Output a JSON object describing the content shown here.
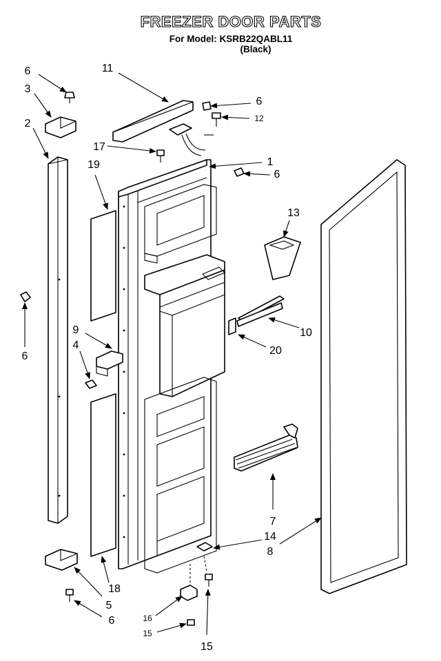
{
  "title": "FREEZER DOOR PARTS",
  "model_line": "For Model: KSRB22QABL11",
  "color_line": "(Black)",
  "callouts": {
    "c1": "1",
    "c2": "2",
    "c3": "3",
    "c4": "4",
    "c5": "5",
    "c6a": "6",
    "c6b": "6",
    "c6c": "6",
    "c6d": "6",
    "c6e": "6",
    "c7": "7",
    "c8": "8",
    "c9": "9",
    "c10": "10",
    "c11": "11",
    "c12": "12",
    "c13": "13",
    "c14": "14",
    "c15a": "15",
    "c15b": "15",
    "c16": "16",
    "c17": "17",
    "c18": "18",
    "c19": "19",
    "c20": "20"
  }
}
